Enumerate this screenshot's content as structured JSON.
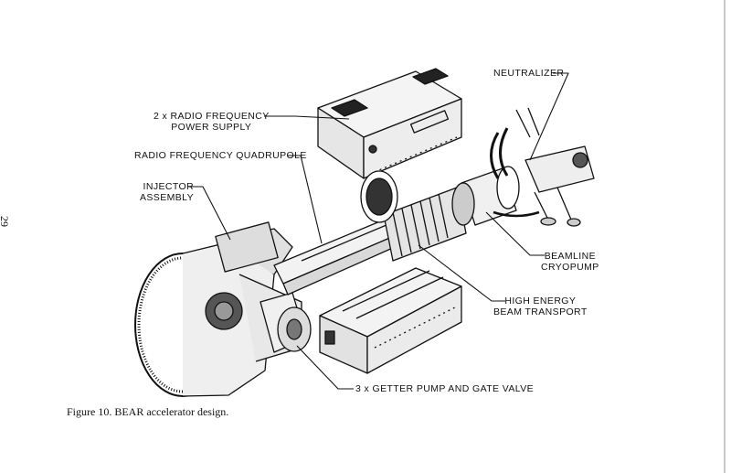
{
  "page_number": "29",
  "labels": {
    "neutralizer": "NEUTRALIZER",
    "rf_power_supply": [
      "2 x RADIO FREQUENCY",
      "POWER SUPPLY"
    ],
    "rfq": "RADIO FREQUENCY QUADRUPOLE",
    "injector": [
      "INJECTOR",
      "ASSEMBLY"
    ],
    "cryopump": [
      "BEAMLINE",
      "CRYOPUMP"
    ],
    "hebt": [
      "HIGH ENERGY",
      "BEAM TRANSPORT"
    ],
    "getter": "3 x GETTER PUMP AND GATE VALVE"
  },
  "caption": "Figure 10.  BEAR accelerator design."
}
